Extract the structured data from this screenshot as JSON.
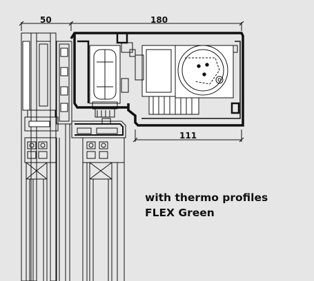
{
  "dimensions": {
    "width_left": "50",
    "width_total": "180",
    "width_housing": "111"
  },
  "caption": {
    "line1": "with thermo profiles",
    "line2": "FLEX Green"
  },
  "colors": {
    "background": "#e6e6e6",
    "line": "#111111",
    "profile_fill": "#ffffff"
  }
}
